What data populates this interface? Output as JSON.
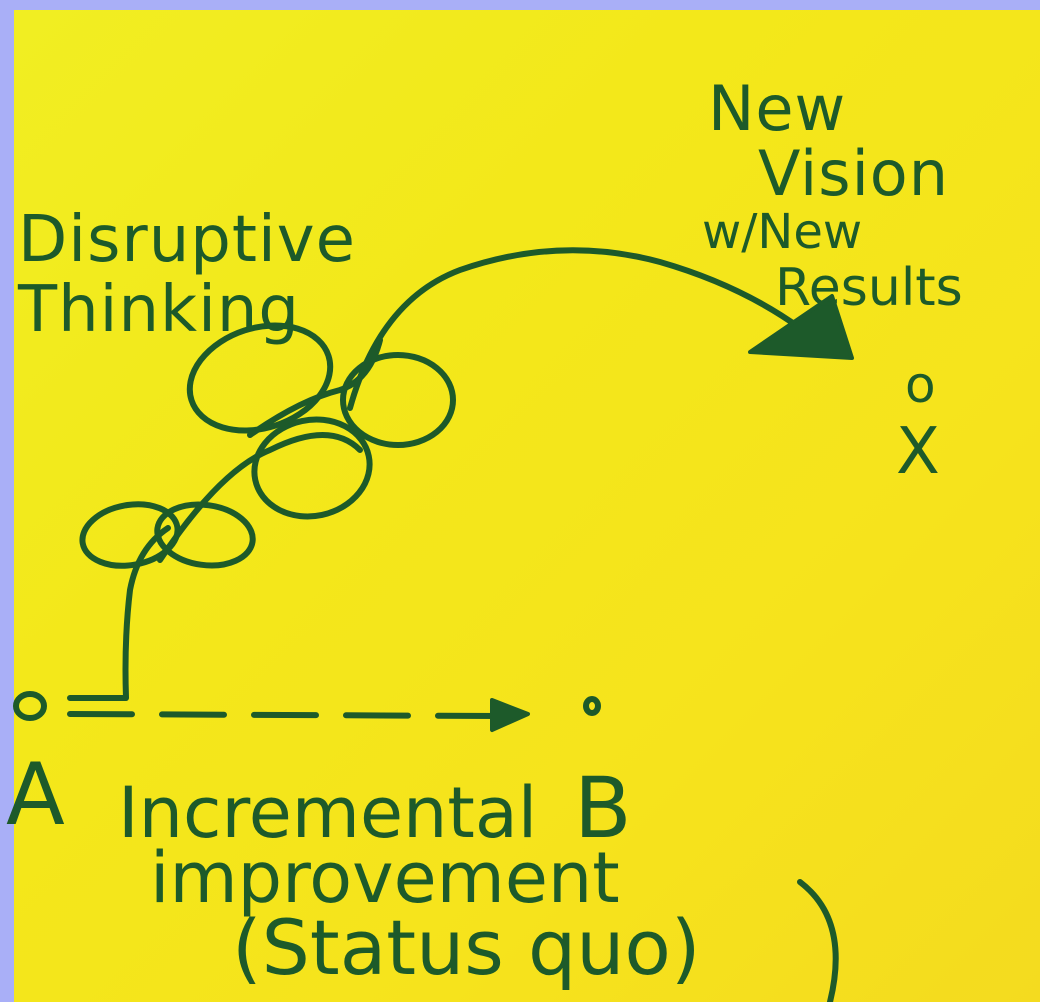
{
  "colors": {
    "frame": "#a9aff7",
    "sticky_note": "#f3e81a",
    "ink": "#1d5a2a"
  },
  "labels": {
    "new_vision_lines": [
      "New",
      "Vision",
      "w/New",
      "Results"
    ],
    "disruptive_lines": [
      "Disruptive",
      "Thinking"
    ],
    "point_a": "A",
    "point_b": "B",
    "incremental_lines": [
      "Incremental",
      "improvement",
      "(Status quo)"
    ],
    "marker_o": "o",
    "marker_x": "X"
  },
  "icons": [
    "dashed-arrow-icon",
    "curved-arrow-icon",
    "scribble-loops-icon"
  ]
}
